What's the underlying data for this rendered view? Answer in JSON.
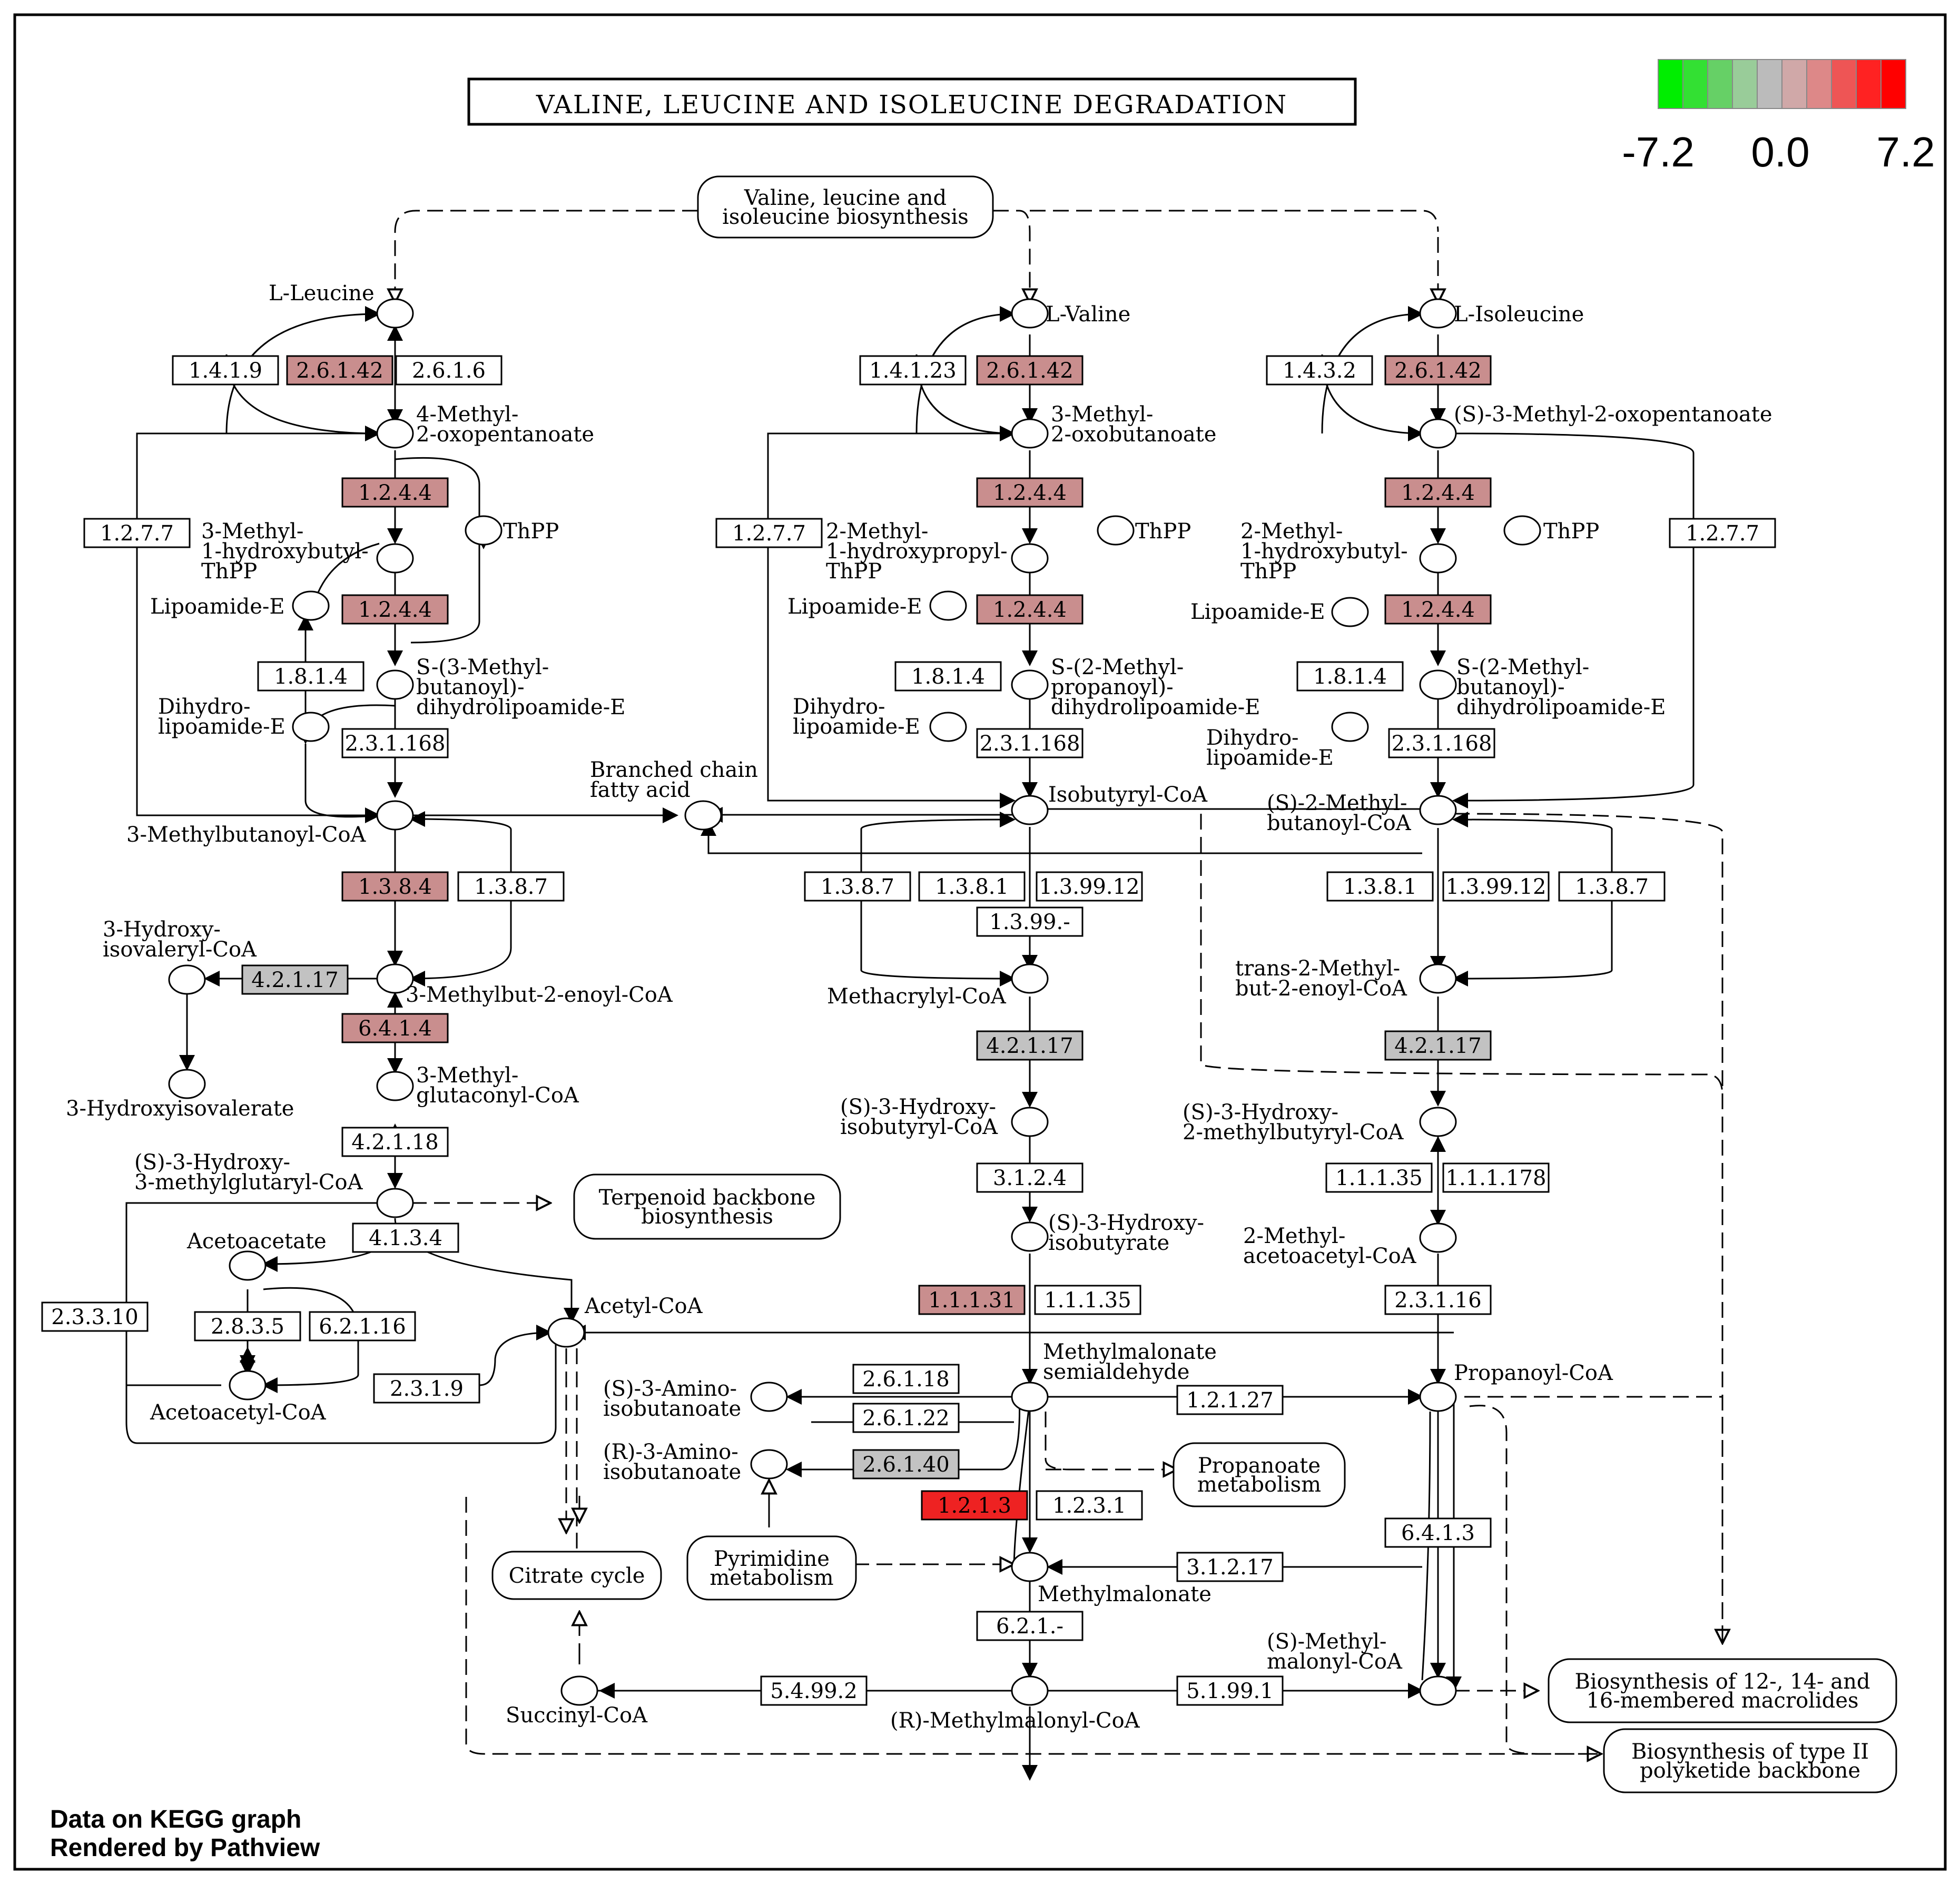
{
  "title": "VALINE, LEUCINE AND ISOLEUCINE DEGRADATION",
  "legend": {
    "colors": [
      "#00ee00",
      "#33e033",
      "#66d066",
      "#99cc99",
      "#bbbbbb",
      "#d0a8a8",
      "#dd8888",
      "#ee5555",
      "#ff2222",
      "#ff0000"
    ],
    "min": "-7.2",
    "mid": "0.0",
    "max": "7.2"
  },
  "footer": {
    "line1": "Data on KEGG graph",
    "line2": "Rendered by Pathview"
  },
  "colors": {
    "up_light": "#c98e8e",
    "up_strong": "#ee2222",
    "neutral": "#c2c2c2",
    "none": "#ffffff"
  },
  "pathway_boxes": {
    "biosynthesis": [
      "Valine, leucine and",
      "isoleucine biosynthesis"
    ],
    "terpenoid": [
      "Terpenoid backbone",
      "biosynthesis"
    ],
    "citrate": [
      "Citrate cycle"
    ],
    "pyrimidine": [
      "Pyrimidine",
      "metabolism"
    ],
    "propanoate": [
      "Propanoate",
      "metabolism"
    ],
    "macrolides": [
      "Biosynthesis of 12-, 14- and",
      "16-membered macrolides"
    ],
    "polyketide": [
      "Biosynthesis of type II",
      "polyketide backbone"
    ]
  },
  "enzymes": [
    {
      "id": "1.4.1.9",
      "color": "none"
    },
    {
      "id": "2.6.1.42",
      "color": "up_light"
    },
    {
      "id": "2.6.1.6",
      "color": "none"
    },
    {
      "id": "1.4.1.23",
      "color": "none"
    },
    {
      "id": "2.6.1.42",
      "color": "up_light"
    },
    {
      "id": "1.4.3.2",
      "color": "none"
    },
    {
      "id": "2.6.1.42",
      "color": "up_light"
    },
    {
      "id": "1.2.7.7",
      "color": "none"
    },
    {
      "id": "1.2.4.4",
      "color": "up_light"
    },
    {
      "id": "1.2.4.4",
      "color": "up_light"
    },
    {
      "id": "1.8.1.4",
      "color": "none"
    },
    {
      "id": "2.3.1.168",
      "color": "none"
    },
    {
      "id": "1.2.7.7",
      "color": "none"
    },
    {
      "id": "1.2.4.4",
      "color": "up_light"
    },
    {
      "id": "1.2.4.4",
      "color": "up_light"
    },
    {
      "id": "1.8.1.4",
      "color": "none"
    },
    {
      "id": "2.3.1.168",
      "color": "none"
    },
    {
      "id": "1.2.4.4",
      "color": "up_light"
    },
    {
      "id": "1.2.4.4",
      "color": "up_light"
    },
    {
      "id": "1.2.7.7",
      "color": "none"
    },
    {
      "id": "1.8.1.4",
      "color": "none"
    },
    {
      "id": "2.3.1.168",
      "color": "none"
    },
    {
      "id": "1.3.8.4",
      "color": "up_light"
    },
    {
      "id": "1.3.8.7",
      "color": "none"
    },
    {
      "id": "4.2.1.17",
      "color": "neutral"
    },
    {
      "id": "6.4.1.4",
      "color": "up_light"
    },
    {
      "id": "4.2.1.18",
      "color": "none"
    },
    {
      "id": "4.1.3.4",
      "color": "none"
    },
    {
      "id": "2.3.3.10",
      "color": "none"
    },
    {
      "id": "2.8.3.5",
      "color": "none"
    },
    {
      "id": "6.2.1.16",
      "color": "none"
    },
    {
      "id": "2.3.1.9",
      "color": "none"
    },
    {
      "id": "1.3.8.7",
      "color": "none"
    },
    {
      "id": "1.3.8.1",
      "color": "none"
    },
    {
      "id": "1.3.99.12",
      "color": "none"
    },
    {
      "id": "1.3.99.-",
      "color": "none"
    },
    {
      "id": "4.2.1.17",
      "color": "neutral"
    },
    {
      "id": "3.1.2.4",
      "color": "none"
    },
    {
      "id": "1.1.1.31",
      "color": "up_light"
    },
    {
      "id": "1.1.1.35",
      "color": "none"
    },
    {
      "id": "2.6.1.18",
      "color": "none"
    },
    {
      "id": "2.6.1.22",
      "color": "none"
    },
    {
      "id": "2.6.1.40",
      "color": "neutral"
    },
    {
      "id": "1.2.1.3",
      "color": "up_strong"
    },
    {
      "id": "1.2.3.1",
      "color": "none"
    },
    {
      "id": "1.2.1.27",
      "color": "none"
    },
    {
      "id": "3.1.2.17",
      "color": "none"
    },
    {
      "id": "6.2.1.-",
      "color": "none"
    },
    {
      "id": "5.4.99.2",
      "color": "none"
    },
    {
      "id": "5.1.99.1",
      "color": "none"
    },
    {
      "id": "1.3.8.1",
      "color": "none"
    },
    {
      "id": "1.3.99.12",
      "color": "none"
    },
    {
      "id": "1.3.8.7",
      "color": "none"
    },
    {
      "id": "4.2.1.17",
      "color": "neutral"
    },
    {
      "id": "1.1.1.35",
      "color": "none"
    },
    {
      "id": "1.1.1.178",
      "color": "none"
    },
    {
      "id": "2.3.1.16",
      "color": "none"
    },
    {
      "id": "6.4.1.3",
      "color": "none"
    }
  ],
  "compounds": [
    {
      "lines": [
        "L-Leucine"
      ]
    },
    {
      "lines": [
        "L-Valine"
      ]
    },
    {
      "lines": [
        "L-Isoleucine"
      ]
    },
    {
      "lines": [
        "4-Methyl-",
        "2-oxopentanoate"
      ]
    },
    {
      "lines": [
        "3-Methyl-",
        "2-oxobutanoate"
      ]
    },
    {
      "lines": [
        "(S)-3-Methyl-2-oxopentanoate"
      ]
    },
    {
      "lines": [
        "3-Methyl-",
        "1-hydroxybutyl-",
        "ThPP"
      ]
    },
    {
      "lines": [
        "ThPP"
      ]
    },
    {
      "lines": [
        "Lipoamide-E"
      ]
    },
    {
      "lines": [
        "Dihydro-",
        "lipoamide-E"
      ]
    },
    {
      "lines": [
        "S-(3-Methyl-",
        "butanoyl)-",
        "dihydrolipoamide-E"
      ]
    },
    {
      "lines": [
        "2-Methyl-",
        "1-hydroxypropyl-",
        "ThPP"
      ]
    },
    {
      "lines": [
        "ThPP"
      ]
    },
    {
      "lines": [
        "Lipoamide-E"
      ]
    },
    {
      "lines": [
        "Dihydro-",
        "lipoamide-E"
      ]
    },
    {
      "lines": [
        "S-(2-Methyl-",
        "propanoyl)-",
        "dihydrolipoamide-E"
      ]
    },
    {
      "lines": [
        "2-Methyl-",
        "1-hydroxybutyl-",
        "ThPP"
      ]
    },
    {
      "lines": [
        "ThPP"
      ]
    },
    {
      "lines": [
        "Lipoamide-E"
      ]
    },
    {
      "lines": [
        "Dihydro-",
        "lipoamide-E"
      ]
    },
    {
      "lines": [
        "S-(2-Methyl-",
        "butanoyl)-",
        "dihydrolipoamide-E"
      ]
    },
    {
      "lines": [
        "3-Methylbutanoyl-CoA"
      ]
    },
    {
      "lines": [
        "Branched chain",
        "fatty acid"
      ]
    },
    {
      "lines": [
        "Isobutyryl-CoA"
      ]
    },
    {
      "lines": [
        "(S)-2-Methyl-",
        "butanoyl-CoA"
      ]
    },
    {
      "lines": [
        "3-Hydroxy-",
        "isovaleryl-CoA"
      ]
    },
    {
      "lines": [
        "3-Hydroxyisovalerate"
      ]
    },
    {
      "lines": [
        "3-Methylbut-2-enoyl-CoA"
      ]
    },
    {
      "lines": [
        "3-Methyl-",
        "glutaconyl-CoA"
      ]
    },
    {
      "lines": [
        "(S)-3-Hydroxy-",
        "3-methylglutaryl-CoA"
      ]
    },
    {
      "lines": [
        "Acetoacetate"
      ]
    },
    {
      "lines": [
        "Acetoacetyl-CoA"
      ]
    },
    {
      "lines": [
        "Acetyl-CoA"
      ]
    },
    {
      "lines": [
        "Methacrylyl-CoA"
      ]
    },
    {
      "lines": [
        "(S)-3-Hydroxy-",
        "isobutyryl-CoA"
      ]
    },
    {
      "lines": [
        "(S)-3-Hydroxy-",
        "isobutyrate"
      ]
    },
    {
      "lines": [
        "Methylmalonate",
        "semialdehyde"
      ]
    },
    {
      "lines": [
        "(S)-3-Amino-",
        "isobutanoate"
      ]
    },
    {
      "lines": [
        "(R)-3-Amino-",
        "isobutanoate"
      ]
    },
    {
      "lines": [
        "Methylmalonate"
      ]
    },
    {
      "lines": [
        "(R)-Methylmalonyl-CoA"
      ]
    },
    {
      "lines": [
        "Succinyl-CoA"
      ]
    },
    {
      "lines": [
        "trans-2-Methyl-",
        "but-2-enoyl-CoA"
      ]
    },
    {
      "lines": [
        "(S)-3-Hydroxy-",
        "2-methylbutyryl-CoA"
      ]
    },
    {
      "lines": [
        "2-Methyl-",
        "acetoacetyl-CoA"
      ]
    },
    {
      "lines": [
        "Propanoyl-CoA"
      ]
    },
    {
      "lines": [
        "(S)-Methyl-",
        "malonyl-CoA"
      ]
    }
  ]
}
